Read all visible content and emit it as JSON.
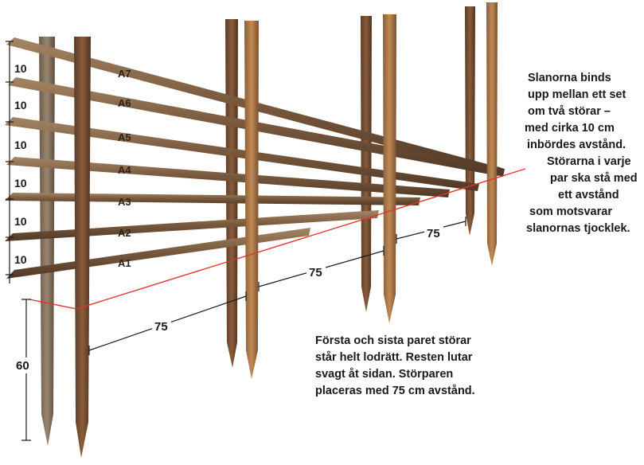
{
  "rail_labels": [
    "A1",
    "A2",
    "A3",
    "A4",
    "A5",
    "A6",
    "A7"
  ],
  "dimensions": {
    "rail_spacing": "10",
    "post_height": "60",
    "pair_spacing_1": "75",
    "pair_spacing_2": "75",
    "pair_spacing_3": "75"
  },
  "notes": {
    "right": [
      "Slanorna binds",
      "upp mellan ett set",
      "om två störar –",
      "med cirka 10 cm",
      "inbördes avstånd.",
      "Störarna i varje",
      "par ska stå med",
      "ett avstånd",
      "som motsvarar",
      "slanornas tjocklek."
    ],
    "bottom": [
      "Första och sista paret störar",
      "står helt lodrätt. Resten lutar",
      "svagt åt sidan. Störparen",
      "placeras med 75 cm avstånd."
    ]
  },
  "colors": {
    "guide_line": "#e0342f",
    "dimension_line": "#1a1a1a",
    "rail_wood": "#7a5a3e",
    "post_wood": "#8a5d3b"
  }
}
